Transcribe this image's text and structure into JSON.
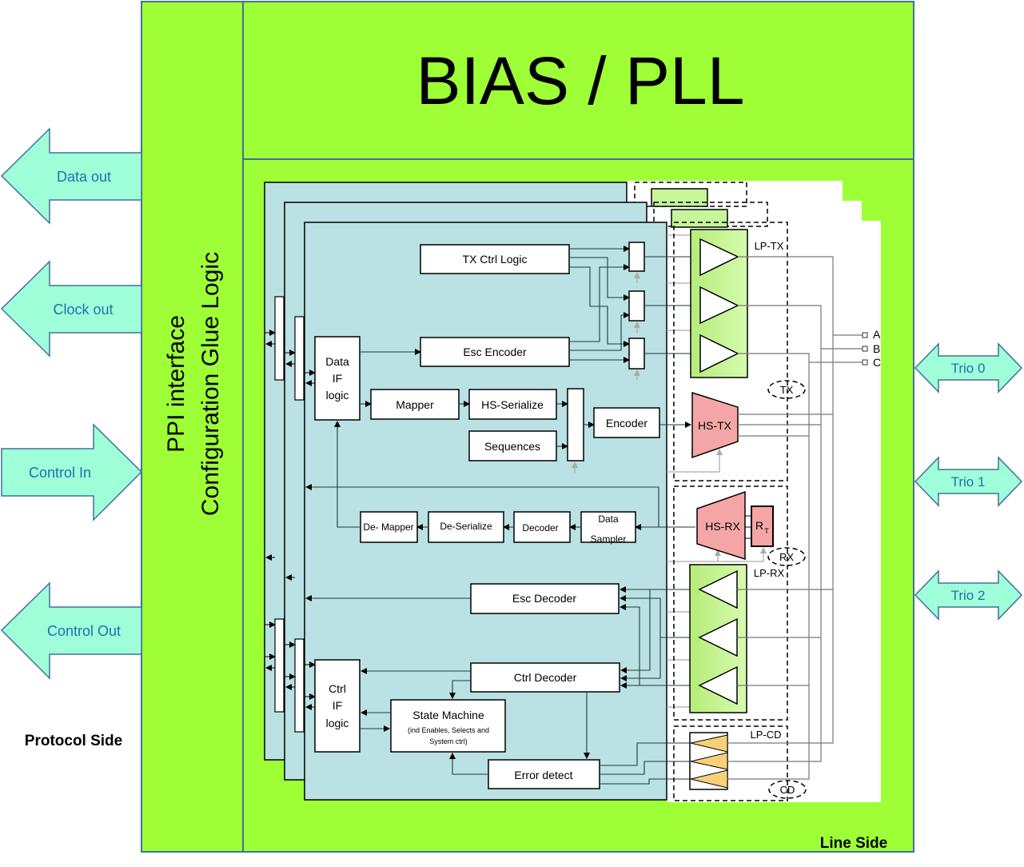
{
  "title": "BIAS / PLL",
  "glue_logic": {
    "line1": "PPI interface",
    "line2": "Configuration Glue Logic"
  },
  "sides": {
    "protocol": "Protocol Side",
    "line": "Line Side"
  },
  "protocol_arrows": [
    {
      "label": "Data out",
      "direction": "out"
    },
    {
      "label": "Clock out",
      "direction": "out"
    },
    {
      "label": "Control In",
      "direction": "in"
    },
    {
      "label": "Control Out",
      "direction": "out"
    }
  ],
  "line_arrows": [
    {
      "label": "Trio 0",
      "direction": "bidirectional"
    },
    {
      "label": "Trio 1",
      "direction": "bidirectional"
    },
    {
      "label": "Trio 2",
      "direction": "bidirectional"
    }
  ],
  "digital_blocks": {
    "tx_ctrl_logic": "TX Ctrl Logic",
    "esc_encoder": "Esc Encoder",
    "data_if_logic": [
      "Data",
      "IF",
      "logic"
    ],
    "mapper": "Mapper",
    "hs_serialize": "HS-Serialize",
    "sequences": "Sequences",
    "encoder": "Encoder",
    "de_mapper": "De- Mapper",
    "de_serialize": "De-Serialize",
    "decoder": "Decoder",
    "data_sampler": [
      "Data",
      "Sampler"
    ],
    "esc_decoder": "Esc Decoder",
    "ctrl_decoder": "Ctrl Decoder",
    "ctrl_if_logic": [
      "Ctrl",
      "IF",
      "logic"
    ],
    "state_machine": "State Machine",
    "state_machine_note": [
      "(ind Enables, Selects and",
      "System ctrl)"
    ],
    "error_detect": "Error detect"
  },
  "analog_blocks": {
    "lp_tx": "LP-TX",
    "tx_group": "TX",
    "hs_tx": "HS-TX",
    "hs_rx": "HS-RX",
    "rt": "R",
    "rt_sub": "T",
    "rx_group": "RX",
    "lp_rx": "LP-RX",
    "lp_cd": "LP-CD",
    "cd_group": "CD"
  },
  "pins": [
    "A",
    "B",
    "C"
  ],
  "colors": {
    "green": "#9eff36",
    "panel": "#bae1e3",
    "arrow_fill": "#9fffd8",
    "arrow_stroke": "#41719c",
    "arrow_text": "#1f6fb0",
    "lp_green": "#c6f59a",
    "hs_pink": "#f4a6a6",
    "cd_orange": "#f9d07a"
  }
}
